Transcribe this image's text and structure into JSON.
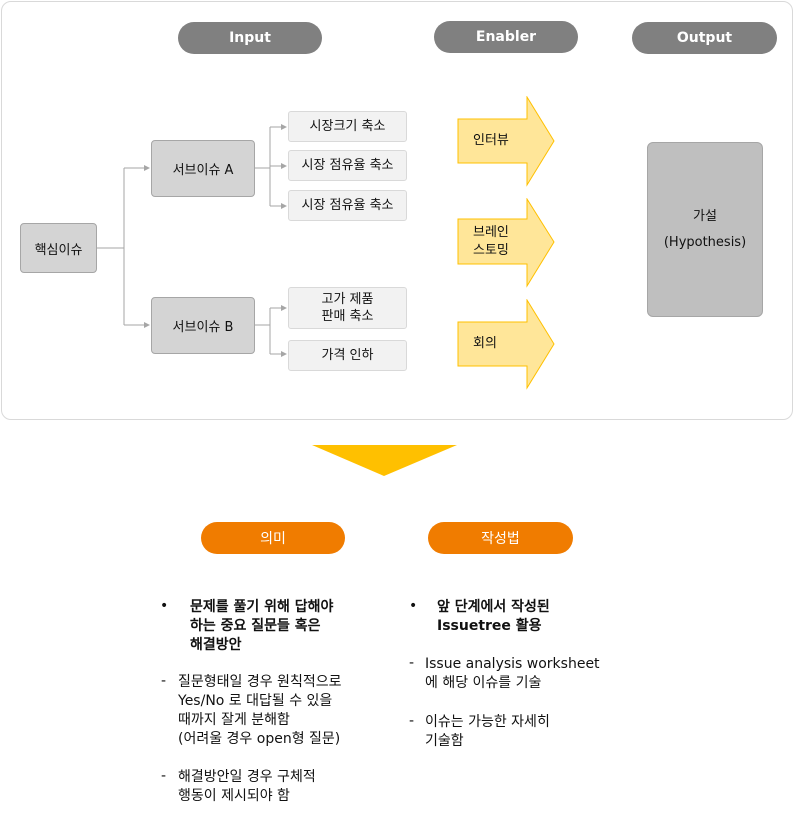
{
  "headers": {
    "input": "Input",
    "enabler": "Enabler",
    "output": "Output"
  },
  "tree": {
    "root": "핵심이슈",
    "sub_a": "서브이슈 A",
    "sub_b": "서브이슈 B",
    "leaves_a": [
      "시장크기 축소",
      "시장 점유율 축소",
      "시장 점유율 축소"
    ],
    "leaves_b": [
      [
        "고가 제품",
        "판매 축소"
      ],
      [
        "가격 인하"
      ]
    ]
  },
  "enablers": [
    [
      "인터뷰"
    ],
    [
      "브레인",
      "스토밍"
    ],
    [
      "회의"
    ]
  ],
  "output": {
    "line1": "가설",
    "line2": "(Hypothesis)"
  },
  "colors": {
    "grey_pill": "#808080",
    "orange": "#f07c00",
    "arrow_fill": "#ffe699",
    "arrow_stroke": "#ffc000",
    "down_arrow": "#ffc000"
  },
  "sections": {
    "meaning": {
      "label": "의미",
      "bullet_mark": "•",
      "bullet_lines": [
        "문제를 풀기 위해 답해야",
        "하는 중요 질문들 혹은",
        "해결방안"
      ],
      "dash_mark": "-",
      "item1_lines": [
        "질문형태일 경우 원칙적으로",
        "Yes/No 로 대답될 수 있을",
        "때까지 잘게 분해함",
        "(어려울 경우 open형 질문)"
      ],
      "item2_lines": [
        "해결방안일 경우 구체적",
        "행동이 제시되야 함"
      ]
    },
    "method": {
      "label": "작성법",
      "bullet_mark": "•",
      "bullet_lines": [
        "앞 단계에서 작성된",
        "Issuetree 활용"
      ],
      "dash_mark": "-",
      "item1_lines": [
        "Issue analysis worksheet",
        "에 해당 이슈를 기술"
      ],
      "item2_lines": [
        "이슈는 가능한 자세히",
        "기술함"
      ]
    }
  }
}
